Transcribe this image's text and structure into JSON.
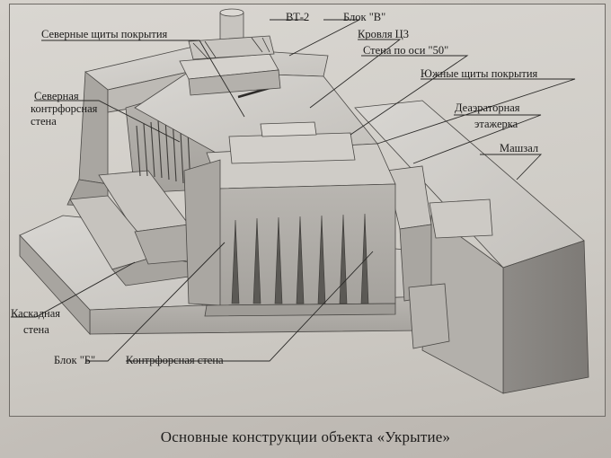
{
  "labels": {
    "vt2": "ВТ-2",
    "block_v": "Блок \"В\"",
    "north_shields": "Северные щиты покрытия",
    "roof_ts3": "Кровля Ц3",
    "wall_axis_50": "Стена по оси \"50\"",
    "north_buttress_1": "Северная",
    "north_buttress_2": "контрфорсная",
    "north_buttress_3": "стена",
    "south_shields": "Южные щиты покрытия",
    "deaerator_1": "Деаэраторная",
    "deaerator_2": "этажерка",
    "machine_hall": "Машзал",
    "cascade_1": "Каскадная",
    "cascade_2": "стена",
    "block_b": "Блок \"Б\"",
    "buttress_wall": "Контрфорсная стена"
  },
  "caption": "Основные конструкции объекта «Укрытие»"
}
